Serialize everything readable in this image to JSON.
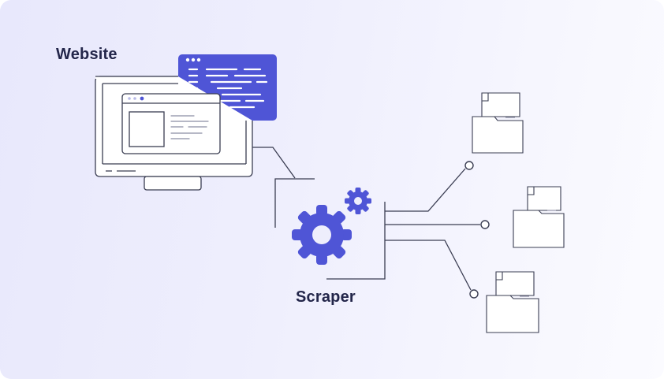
{
  "labels": {
    "website": "Website",
    "scraper": "Scraper"
  },
  "colors": {
    "accent": "#4f55d6",
    "stroke": "#3a3d52",
    "text": "#23264a",
    "paper": "#ffffff"
  },
  "icons": {
    "monitor": "desktop-monitor-icon",
    "browser_window": "browser-window-icon",
    "code_window": "code-window-icon",
    "gears": "gears-icon",
    "folder_with_document": "folder-document-icon"
  },
  "outputs_count": 3
}
